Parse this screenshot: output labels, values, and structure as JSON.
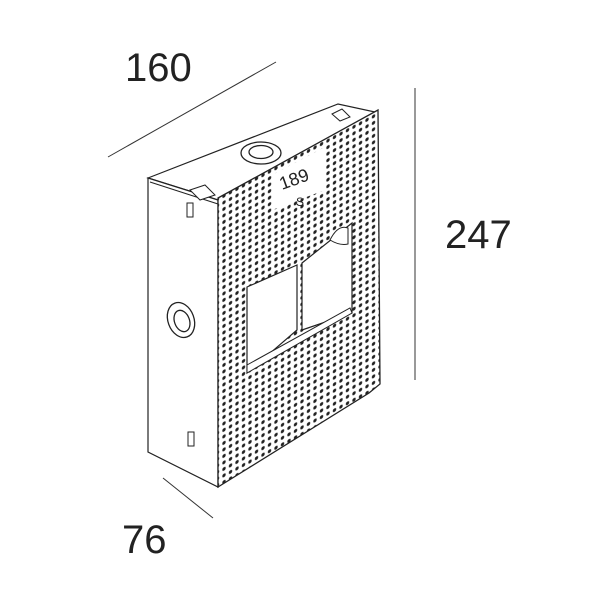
{
  "dimensions": {
    "width": "160",
    "height": "247",
    "depth": "76"
  },
  "product_marking": {
    "number": "189",
    "letter": "S"
  },
  "colors": {
    "line": "#222222",
    "background": "#ffffff"
  }
}
